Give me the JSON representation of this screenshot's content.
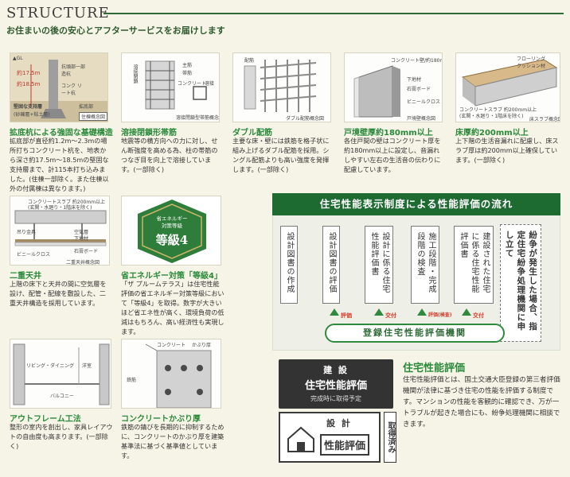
{
  "header": {
    "title": "STRUCTURE",
    "subtitle": "お住まいの後の安心とアフターサービスをお届けします"
  },
  "diagrams": {
    "d1": {
      "gl": "▲GL",
      "d_a": "約17.5m",
      "d_b": "約18.5m",
      "pile_top": "抗頭部一部造杭",
      "pile_tag": "コンク リート杭",
      "base": "堅固な支持層",
      "base_sub": "(砂礫層+粘土層)",
      "bottom_a": "拡底部",
      "bottom_tag": "住棟概念図"
    },
    "d2": {
      "main": "主筋",
      "hoop": "帯筋",
      "conc": "コンクリート",
      "weld": "溶接",
      "vert": "溶接閉鎖",
      "caption": "溶接閉鎖型帯筋概念図"
    },
    "d3": {
      "rebar": "配筋",
      "caption": "ダブル配筋概念図"
    },
    "d4": {
      "wall": "コンクリート壁/約180mm以上",
      "finish": "下地材",
      "board": "石膏ボード",
      "cloth": "ビニールクロス",
      "caption": "戸境壁概念図"
    },
    "d5": {
      "floor": "フローリング",
      "cushion": "クッション材",
      "slab": "コンクリートスラブ 約200mm以上",
      "slab_sub": "(玄関・水廻り・1階床を除く)",
      "caption": "床スラブ概念図"
    },
    "d6": {
      "slab": "コンクリートスラブ 約200mm以上",
      "slab_sub": "(玄関・水廻り・1階床を除く)",
      "bolt": "吊り金具",
      "space": "空気層",
      "finish": "下地材",
      "board": "石膏ボード",
      "cloth": "ビニールクロス",
      "caption": "二重天井概念図"
    },
    "d7": {
      "top": "省エネルギー",
      "mid": "対策等級",
      "grade": "等級4"
    },
    "d8": {
      "living": "リビング・ダイニング",
      "room": "洋室",
      "balcony": "バルコニー"
    },
    "d9": {
      "conc": "コンクリート",
      "cover": "かぶり厚",
      "rebar": "鉄筋"
    }
  },
  "features": [
    {
      "title": "拡底杭による強固な基礎構造",
      "body": "拡底部が直径約1.2m～2.3mの場所打ちコンクリート杭を、地表から深さ約17.5m～18.5mの堅固な支持層まで、計115本打ち込みました。(住棟一部除く。また住棟以外の付属棟は異なります。)"
    },
    {
      "title": "溶接閉鎖形帯筋",
      "body": "地震等の横方向への力に対し、せん断強度を高める為、柱の帯筋のつなぎ目を向上で溶接しています。(一部除く)"
    },
    {
      "title": "ダブル配筋",
      "body": "主要な床・壁には鉄筋を格子状に組み上げるダブル配筋を採用。シングル配筋よりも高い強度を発揮します。(一部除く)"
    },
    {
      "title": "戸境壁厚約180mm以上",
      "body": "各住戸間の壁はコンクリート厚を約180mm以上に設定し、音漏れしやすい左右の生活音の伝わりに配慮しています。"
    },
    {
      "title": "床厚約200mm以上",
      "body": "上下階の生活音漏れに配慮し、床スラブ厚は約200mm以上確保しています。(一部除く)"
    },
    {
      "title": "二重天井",
      "body": "上階の床下と天井の間に空気層を設け、配管・配線を敷設した、二重天井構造を採用しています。"
    },
    {
      "title": "省エネルギー対策「等級4」",
      "body": "「ザ プルームテラス」は住宅性能評価の省エネルギー対策等級において「等級4」を取得。数字が大きいほど省エネ性が高く、環境負荷の低減はもちろん、高い経済性も実現します。"
    },
    {
      "title": "アウトフレーム工法",
      "body": "整形の室内を創出し、家具レイアウトの自由度も高まります。(一部除く)"
    },
    {
      "title": "コンクリートかぶり厚",
      "body": "鉄筋の錆びを長期的に抑制するために、コンクリートのかぶり厚を建築基準法に基づく基準値としています。"
    }
  ],
  "flow": {
    "header": "住宅性能表示制度による性能評価の流れ",
    "steps": [
      "設計図書の作成",
      "設計図書の評価",
      "設計に係る住宅性能評価書",
      "施工段階・完成段階の検査",
      "建設された住宅に係る住宅性能評価書"
    ],
    "note": "紛争が発生した場合、指定住宅紛争処理機関に申し立て",
    "arrows": [
      "評価",
      "交付",
      "評価(検査)",
      "交付"
    ],
    "agency": "登録住宅性能評価機関"
  },
  "badges": {
    "dark_top": "建 設",
    "dark_mid": "住宅性能評価",
    "dark_note": "完成時に取得予定",
    "light_top": "設 計",
    "light_mid": "性能評価",
    "acquired": "取得済み"
  },
  "explain": {
    "title": "住宅性能評価",
    "body": "住宅性能評価とは、国土交通大臣登録の第三者評価機関が法律に基づき住宅の性能を評価する制度です。マンションの性能を客観的に確認でき、万が一トラブルが起きた場合にも、紛争処理機関に相談できます。"
  }
}
